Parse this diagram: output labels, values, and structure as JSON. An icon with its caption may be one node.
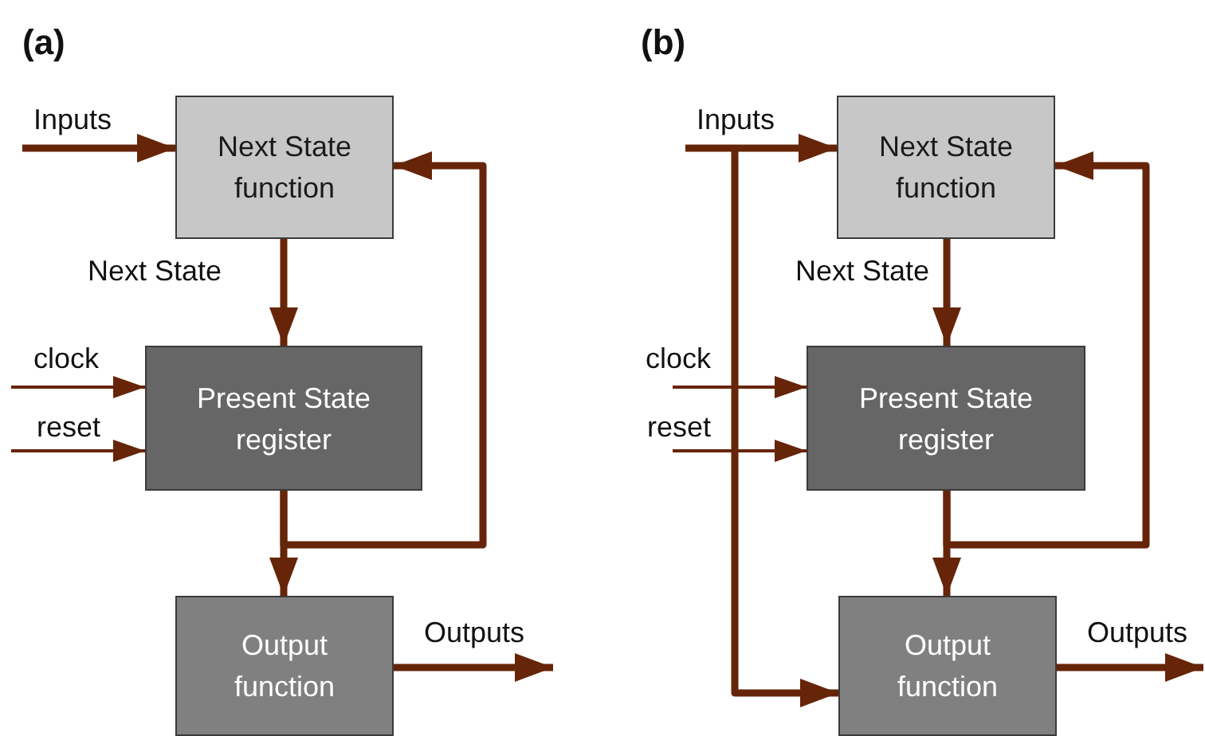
{
  "diagram": {
    "nodes": [
      {
        "text": [
          "Next State function"
        ]
      },
      {
        "text": [
          "Present State register"
        ]
      },
      {
        "text": [
          "Output function"
        ]
      },
      {
        "text": [
          "Next State function"
        ]
      },
      {
        "text": [
          "Present State register"
        ]
      },
      {
        "text": [
          "Output function"
        ]
      }
    ],
    "edges": [
      {
        "from": null,
        "to": 0,
        "arrow": "to",
        "label": "Inputs"
      },
      {
        "from": 0,
        "to": 1,
        "arrow": "to",
        "label": "Next State"
      },
      {
        "from": null,
        "to": 1,
        "arrow": "to",
        "label": "clock"
      },
      {
        "from": null,
        "to": 1,
        "arrow": "to",
        "label": "reset"
      },
      {
        "from": 1,
        "to": 2,
        "arrow": "to"
      },
      {
        "from": 1,
        "to": 0,
        "arrow": "to"
      },
      {
        "from": 2,
        "to": null,
        "arrow": "to",
        "label": "Outputs"
      },
      {
        "from": null,
        "to": 3,
        "arrow": "to",
        "label": "Inputs"
      },
      {
        "from": null,
        "to": 5,
        "arrow": "to"
      },
      {
        "from": 3,
        "to": 4,
        "arrow": "to",
        "label": "Next State"
      },
      {
        "from": null,
        "to": 4,
        "arrow": "to",
        "label": "clock"
      },
      {
        "from": null,
        "to": 4,
        "arrow": "to",
        "label": "reset"
      },
      {
        "from": 4,
        "to": 5,
        "arrow": "to"
      },
      {
        "from": 4,
        "to": 3,
        "arrow": "to"
      },
      {
        "from": 5,
        "to": null,
        "arrow": "to",
        "label": "Outputs"
      }
    ],
    "labels": [
      "(a)",
      "(b)"
    ]
  }
}
